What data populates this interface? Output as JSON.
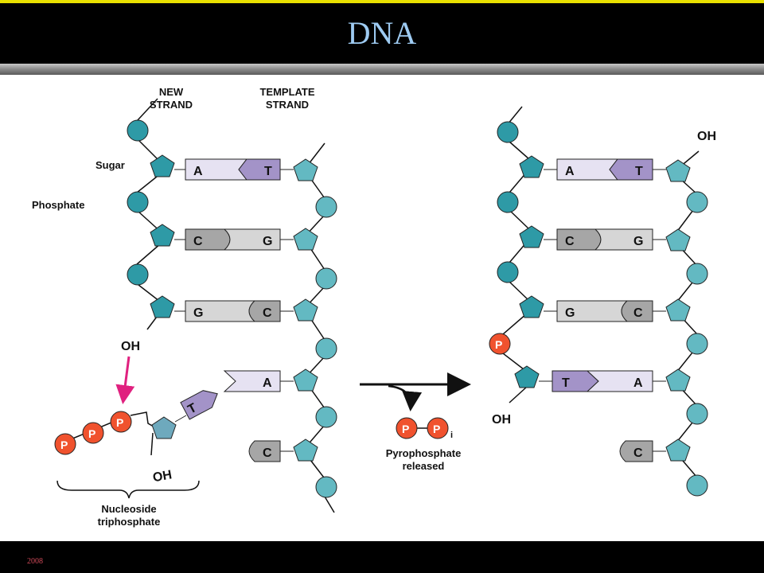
{
  "title": "DNA",
  "footer": "2008",
  "labels": {
    "new_strand": [
      "NEW",
      "STRAND"
    ],
    "template_strand": [
      "TEMPLATE",
      "STRAND"
    ],
    "sugar": "Sugar",
    "phosphate": "Phosphate",
    "oh": "OH",
    "nucleoside": [
      "Nucleoside",
      "triphosphate"
    ],
    "pyro": [
      "Pyrophosphate",
      "released"
    ],
    "p": "P",
    "i": "i"
  },
  "left_pairs": [
    {
      "new": "A",
      "template": "T"
    },
    {
      "new": "C",
      "template": "G"
    },
    {
      "new": "G",
      "template": "C"
    }
  ],
  "incoming_base": "T",
  "template_unpaired": [
    "A",
    "C"
  ],
  "right_pairs": [
    {
      "new": "A",
      "template": "T"
    },
    {
      "new": "C",
      "template": "G"
    },
    {
      "new": "G",
      "template": "C"
    },
    {
      "new": "T",
      "template": "A"
    }
  ],
  "right_unpaired": "C",
  "colors": {
    "sugar_dark": "#2e9aa6",
    "sugar_light": "#63b9c2",
    "phosphate_red": "#f0522e",
    "arrow_pink": "#e0217f",
    "purine_light": "#e6e2f2",
    "pyrimidine_purple": "#a393c8",
    "base_gray": "#a6a6a6",
    "base_lightgray": "#d6d6d6"
  }
}
